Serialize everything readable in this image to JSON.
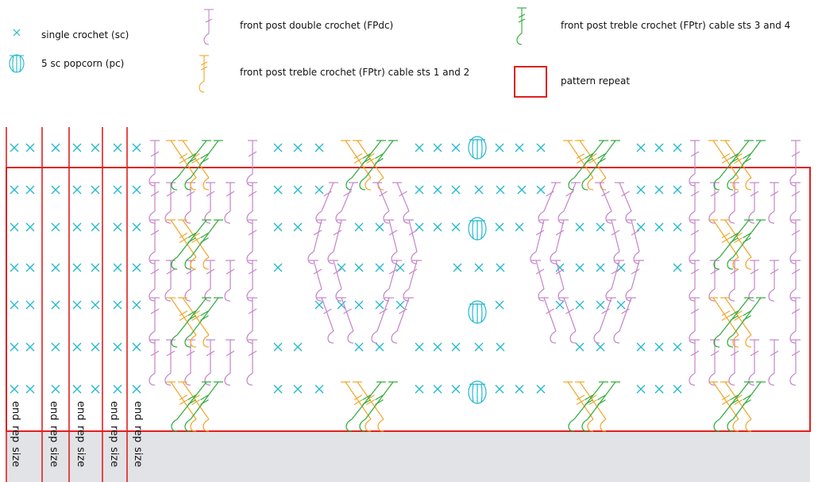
{
  "colors": {
    "sc": "#22b8cf",
    "fpdc": "#c584c8",
    "fptr_a": "#f0a62a",
    "fptr_b": "#2eaa3a",
    "repeat": "#e02020",
    "gray_band": "#e2e3e6"
  },
  "legend": {
    "sc": "single crochet (sc)",
    "pc": "5 sc popcorn (pc)",
    "fpdc": "front post double crochet (FPdc)",
    "fptr12": "front post treble crochet (FPtr) cable sts 1 and 2",
    "fptr34": "front post treble crochet (FPtr) cable sts 3 and 4",
    "repeat": "pattern repeat"
  },
  "size_columns": [
    {
      "end": "end",
      "rep": "rep",
      "size": "size"
    },
    {
      "end": "end",
      "rep": "rep",
      "size": "size"
    },
    {
      "end": "end",
      "rep": "rep",
      "size": "size"
    },
    {
      "end": "end",
      "rep": "rep",
      "size": "size"
    },
    {
      "end": "end",
      "rep": "rep",
      "size": "size"
    }
  ]
}
